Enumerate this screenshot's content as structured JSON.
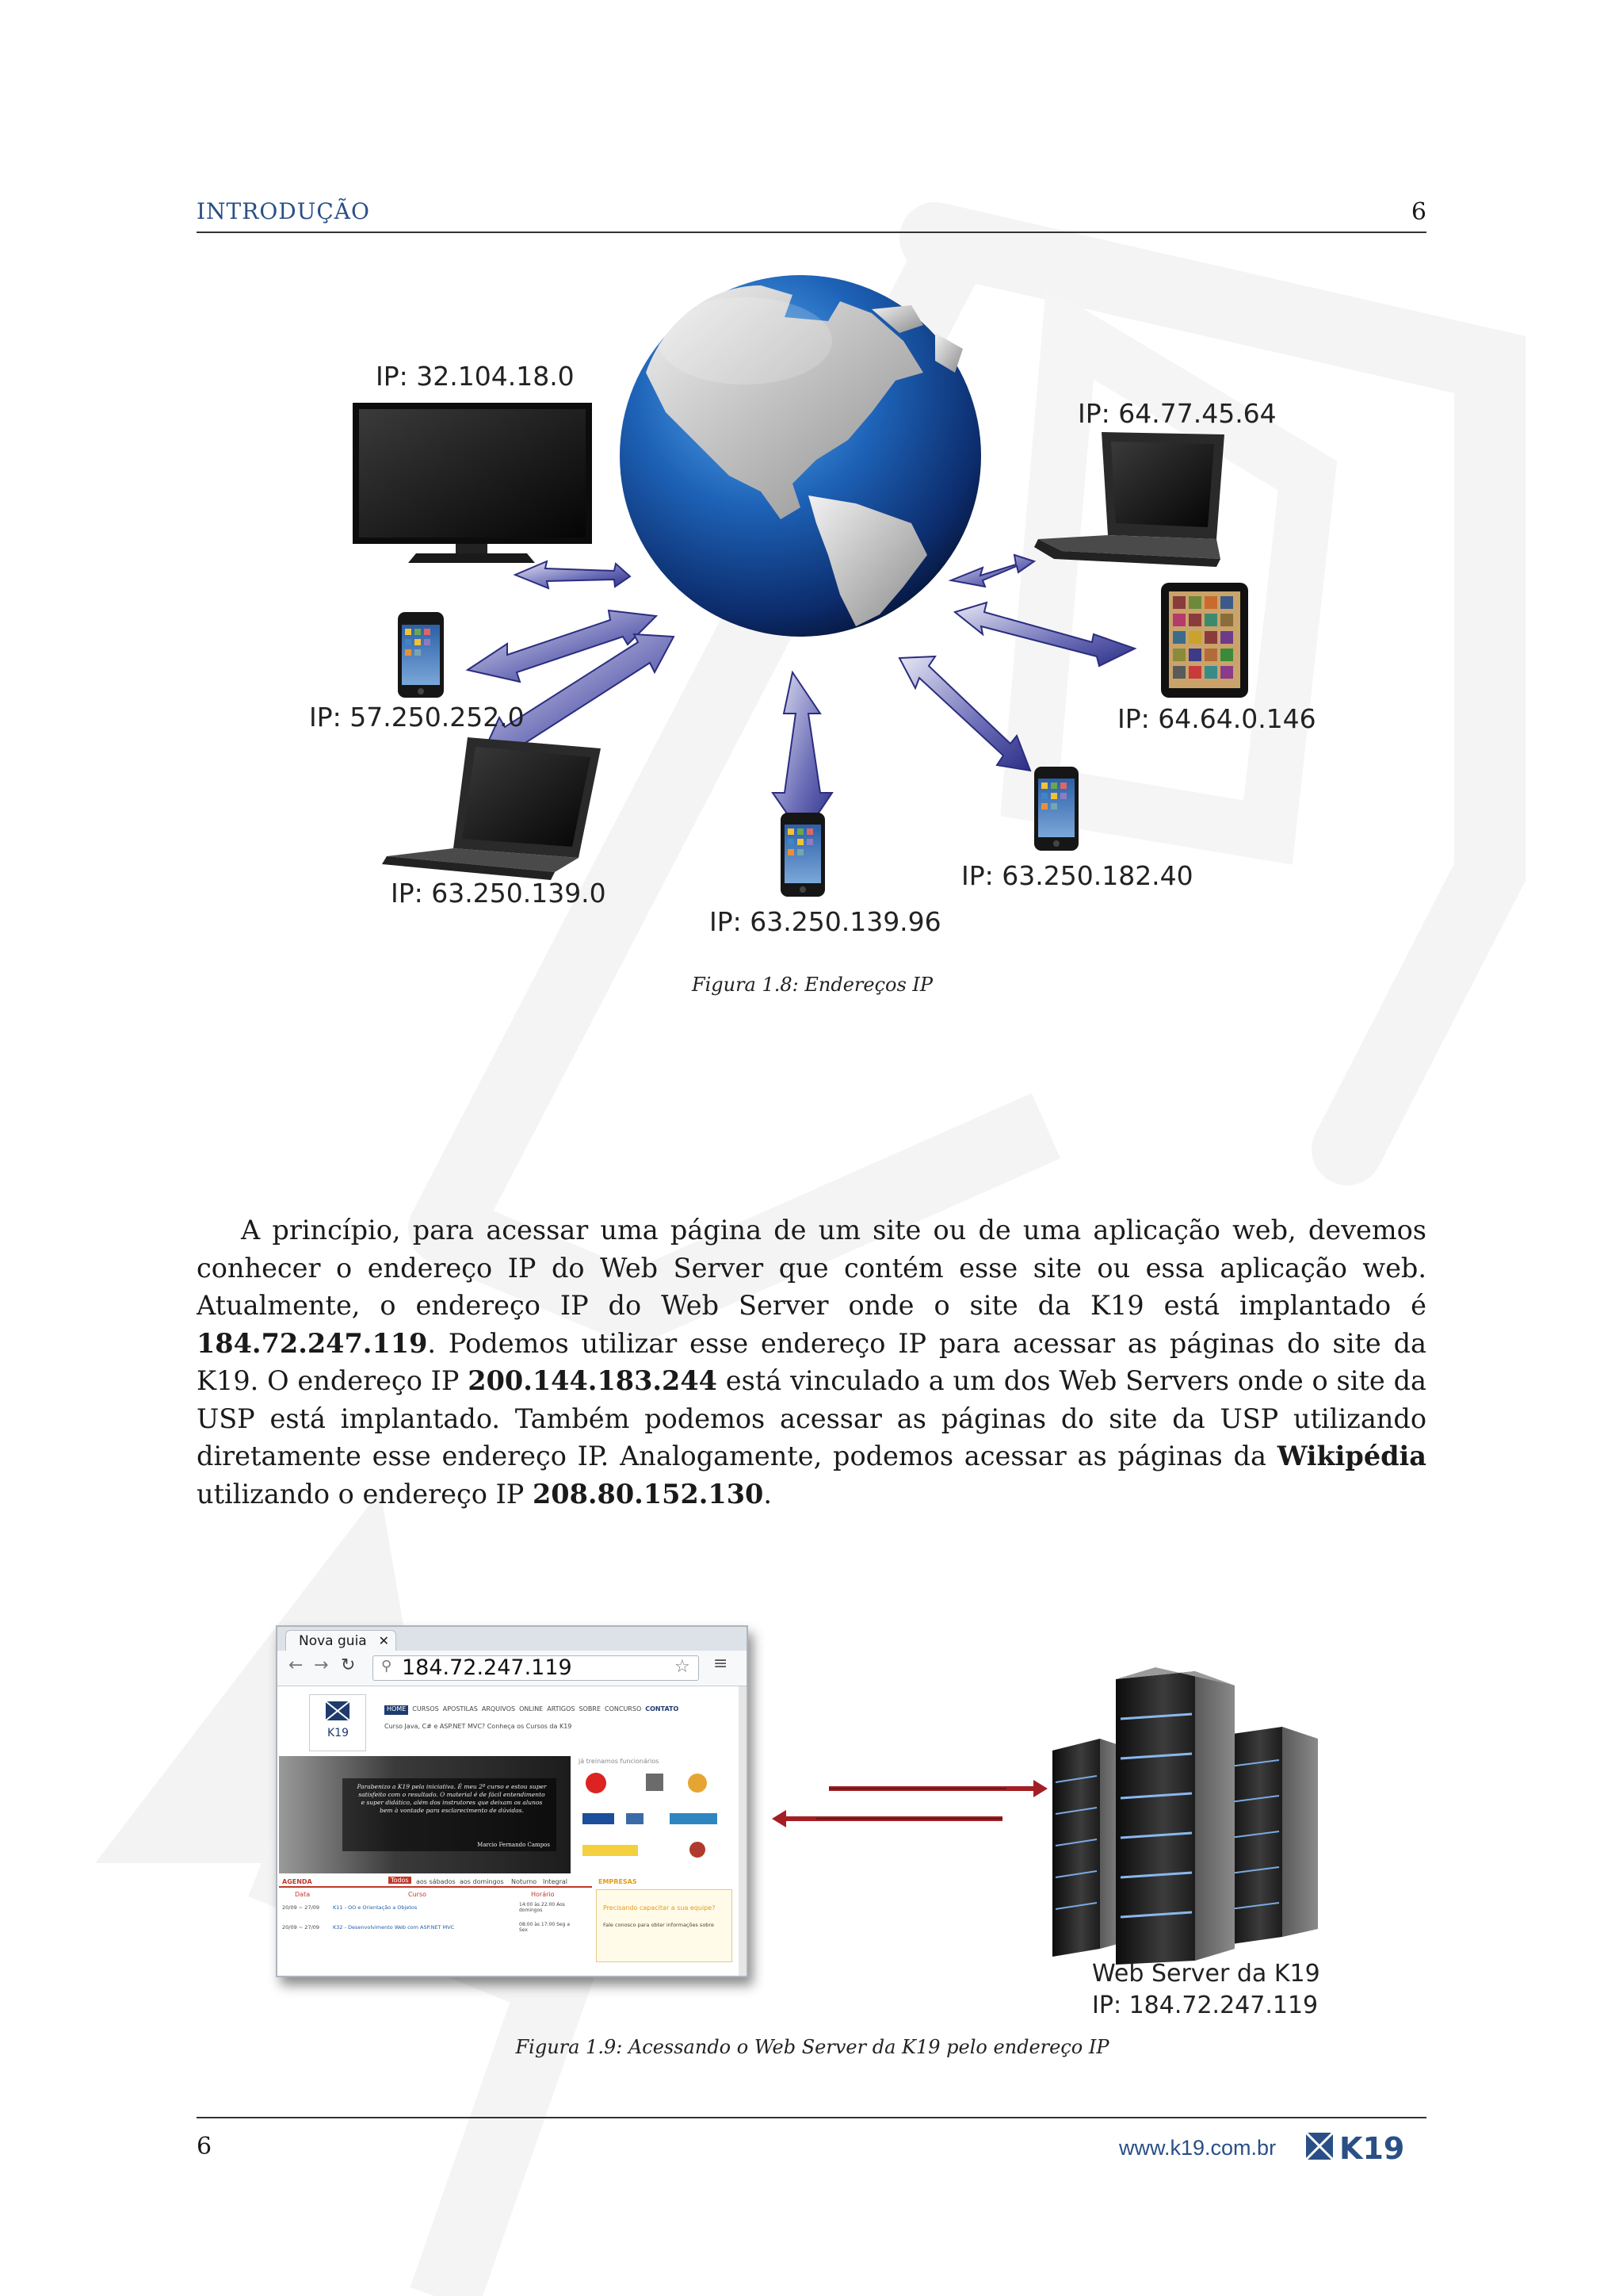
{
  "header": {
    "section_title": "INTRODUÇÃO",
    "page_number": "6"
  },
  "figure1": {
    "caption": "Figura 1.8: Endereços IP",
    "ip_labels": {
      "tv": "IP: 32.104.18.0",
      "laptop_top_right": "IP: 64.77.45.64",
      "phone_left": "IP: 57.250.252.0",
      "tablet": "IP: 64.64.0.146",
      "laptop_bottom_left": "IP: 63.250.139.0",
      "phone_bottom": "IP: 63.250.139.96",
      "phone_bottom_right": "IP: 63.250.182.40"
    }
  },
  "paragraph": {
    "t1": "A princípio, para acessar uma página de um site ou de uma aplicação web, devemos conhecer o endereço IP do Web Server que contém esse site ou essa aplicação web. Atualmente, o endereço IP do Web Server onde o site da K19 está implantado é ",
    "b1": "184.72.247.119",
    "t2": ". Podemos utilizar esse endereço IP para acessar as páginas do site da K19. O endereço IP ",
    "b2": "200.144.183.244",
    "t3": " está vinculado a um dos Web Servers onde o site da USP está implantado.  Também podemos acessar as páginas do site da USP utilizando diretamente esse endereço IP. Analogamente, podemos acessar as páginas da ",
    "b3": "Wikipédia",
    "t4": " utilizando o endereço IP ",
    "b4": "208.80.152.130",
    "t5": "."
  },
  "figure2": {
    "caption": "Figura 1.9: Acessando o Web Server da K19 pelo endereço IP",
    "browser": {
      "tab_label": "Nova guia",
      "url": "184.72.247.119",
      "site_menu": [
        "HOME",
        "CURSOS",
        "APOSTILAS",
        "ARQUIVOS",
        "ONLINE",
        "ARTIGOS",
        "SOBRE",
        "CONCURSO",
        "CONTATO"
      ],
      "site_tagline": "Curso Java, C# e ASP.NET MVC? Conheça os Cursos da K19",
      "quote": "Parabenizo a K19 pela iniciativa. É meu 2º curso e estou super satisfeito com o resultado. O material é de fácil entendimento e super didático, além dos instrutores que deixam os alunos bem à vontade para esclarecimento de dúvidas.",
      "quote_author": "Marcio Fernando Campos",
      "agenda_title": "AGENDA",
      "agenda_tabs": [
        "Todos",
        "aos sábados",
        "aos domingos",
        "Noturno",
        "Integral"
      ],
      "agenda_headers": [
        "Data",
        "Curso",
        "Horário"
      ],
      "agenda_rows": [
        [
          "20/09 ~ 27/09",
          "K11 - OO e Orientação a Objetos",
          "14:00 às 22:00 Aos domingos"
        ],
        [
          "20/09 ~ 27/09",
          "K32 - Desenvolvimento Web com ASP.NET MVC",
          "08:00 às 17:00 Seg a Sex"
        ]
      ],
      "empresas_title": "EMPRESAS",
      "empresas_box_title": "Precisando capacitar a sua equipe?",
      "empresas_box_text": "Fale conosco para obter informações sobre",
      "partners_title": "já treinamos funcionários"
    },
    "server_label_line1": "Web Server da K19",
    "server_label_line2": "IP: 184.72.247.119"
  },
  "footer": {
    "page_number": "6",
    "url": "www.k19.com.br",
    "logo_text": "K19"
  },
  "colors": {
    "accent": "#2a4f86",
    "arrow_blue": "#3b3d97",
    "arrow_red": "#a31f24"
  }
}
